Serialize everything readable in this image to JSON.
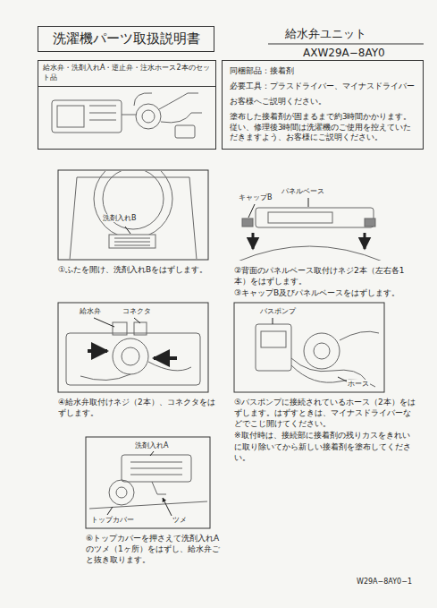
{
  "diagram": {
    "nodes": [
      {
        "text": [
          "洗濯機パーツ取扱説明書"
        ]
      },
      {
        "text": [
          "給水弁・洗剤入れA・逆止弁・注水ホース2本のセット品"
        ]
      },
      {
        "text": [
          "同梱部品：接着剤",
          "必要工具：プラスドライバー、マイナスドライバー",
          "お客様へご説明ください。",
          "塗布した接着剤が固まるまで約3時間かかります。従い、修理後3時間は洗濯機のご使用を控えていただきますよう、お客様にご説明ください。"
        ]
      },
      {
        "text": [
          "①ふたを開け、洗剤入れBをはずします。"
        ]
      },
      {
        "text": [
          "②背面のパネルベース取付けネジ2本（左右各1本）をはずします。",
          "③キャップB及びパネルベースをはずします。"
        ]
      },
      {
        "text": [
          "④給水弁取付けネジ（2本）、コネクタをはずします。"
        ]
      },
      {
        "text": [
          "⑤バスポンプに接続されているホース（2本）をはずします。はずすときは、マイナスドライバーなどでこじ開けてください。",
          "※取付時は、接続部に接着剤の残りカスをきれいに取り除いてから新しい接着剤を塗布してください。"
        ]
      },
      {
        "text": [
          "⑥トップカバーを押さえて洗剤入れAのツメ（1ヶ所）をはずし、給水弁ごと抜き取ります。"
        ]
      }
    ],
    "labels": [
      "給水弁ユニット",
      "AXW29A−8AY0",
      "洗剤入れB",
      "パネルベース",
      "キャップB",
      "給水弁",
      "コネクタ",
      "バスポンプ",
      "ホース",
      "洗剤入れA",
      "トップカバー",
      "ツメ",
      "W29A−8AY0−1"
    ]
  }
}
